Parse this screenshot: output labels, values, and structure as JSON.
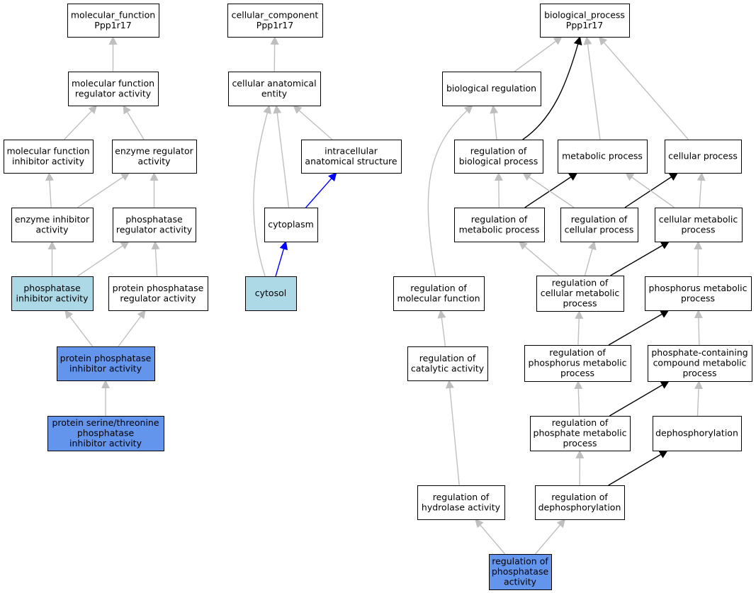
{
  "colors": {
    "node_default": "#ffffff",
    "node_light": "#add8e6",
    "node_dark": "#6495ed",
    "edge_default": "#bfbfbf",
    "edge_black": "#000000",
    "edge_blue": "#0000ff",
    "border": "#000000"
  },
  "nodes": [
    {
      "id": "mf_root",
      "lines": [
        "molecular_function",
        "Ppp1r17"
      ],
      "fill": "default"
    },
    {
      "id": "mf_reg",
      "lines": [
        "molecular function",
        "regulator activity"
      ],
      "fill": "default"
    },
    {
      "id": "mf_inh",
      "lines": [
        "molecular function",
        "inhibitor activity"
      ],
      "fill": "default"
    },
    {
      "id": "enz_reg",
      "lines": [
        "enzyme regulator",
        "activity"
      ],
      "fill": "default"
    },
    {
      "id": "enz_inh",
      "lines": [
        "enzyme inhibitor",
        "activity"
      ],
      "fill": "default"
    },
    {
      "id": "phos_reg",
      "lines": [
        "phosphatase",
        "regulator activity"
      ],
      "fill": "default"
    },
    {
      "id": "phos_inh",
      "lines": [
        "phosphatase",
        "inhibitor activity"
      ],
      "fill": "light"
    },
    {
      "id": "pp_reg",
      "lines": [
        "protein phosphatase",
        "regulator activity"
      ],
      "fill": "default"
    },
    {
      "id": "pp_inh",
      "lines": [
        "protein phosphatase",
        "inhibitor activity"
      ],
      "fill": "dark"
    },
    {
      "id": "pst_inh",
      "lines": [
        "protein serine/threonine",
        "phosphatase",
        "inhibitor activity"
      ],
      "fill": "dark"
    },
    {
      "id": "cc_root",
      "lines": [
        "cellular_component",
        "Ppp1r17"
      ],
      "fill": "default"
    },
    {
      "id": "cae",
      "lines": [
        "cellular anatomical",
        "entity"
      ],
      "fill": "default"
    },
    {
      "id": "ias",
      "lines": [
        "intracellular",
        "anatomical structure"
      ],
      "fill": "default"
    },
    {
      "id": "cytoplasm",
      "lines": [
        "cytoplasm"
      ],
      "fill": "default"
    },
    {
      "id": "cytosol",
      "lines": [
        "cytosol"
      ],
      "fill": "light"
    },
    {
      "id": "bp_root",
      "lines": [
        "biological_process",
        "Ppp1r17"
      ],
      "fill": "default"
    },
    {
      "id": "bio_reg",
      "lines": [
        "biological regulation"
      ],
      "fill": "default"
    },
    {
      "id": "reg_bp",
      "lines": [
        "regulation of",
        "biological process"
      ],
      "fill": "default"
    },
    {
      "id": "met_proc",
      "lines": [
        "metabolic process"
      ],
      "fill": "default"
    },
    {
      "id": "cell_proc",
      "lines": [
        "cellular process"
      ],
      "fill": "default"
    },
    {
      "id": "reg_met",
      "lines": [
        "regulation of",
        "metabolic process"
      ],
      "fill": "default"
    },
    {
      "id": "reg_cell",
      "lines": [
        "regulation of",
        "cellular process"
      ],
      "fill": "default"
    },
    {
      "id": "cell_met",
      "lines": [
        "cellular metabolic",
        "process"
      ],
      "fill": "default"
    },
    {
      "id": "reg_mol",
      "lines": [
        "regulation of",
        "molecular function"
      ],
      "fill": "default"
    },
    {
      "id": "reg_cell_met",
      "lines": [
        "regulation of",
        "cellular metabolic",
        "process"
      ],
      "fill": "default"
    },
    {
      "id": "phos_met",
      "lines": [
        "phosphorus metabolic",
        "process"
      ],
      "fill": "default"
    },
    {
      "id": "reg_cat",
      "lines": [
        "regulation of",
        "catalytic activity"
      ],
      "fill": "default"
    },
    {
      "id": "reg_phos_met",
      "lines": [
        "regulation of",
        "phosphorus metabolic",
        "process"
      ],
      "fill": "default"
    },
    {
      "id": "pcc_met",
      "lines": [
        "phosphate-containing",
        "compound metabolic",
        "process"
      ],
      "fill": "default"
    },
    {
      "id": "reg_phate_met",
      "lines": [
        "regulation of",
        "phosphate metabolic",
        "process"
      ],
      "fill": "default"
    },
    {
      "id": "dephos",
      "lines": [
        "dephosphorylation"
      ],
      "fill": "default"
    },
    {
      "id": "reg_hyd",
      "lines": [
        "regulation of",
        "hydrolase activity"
      ],
      "fill": "default"
    },
    {
      "id": "reg_dephos",
      "lines": [
        "regulation of",
        "dephosphorylation"
      ],
      "fill": "default"
    },
    {
      "id": "reg_phosph",
      "lines": [
        "regulation of",
        "phosphatase",
        "activity"
      ],
      "fill": "dark"
    }
  ],
  "edges": [
    {
      "from": "mf_reg",
      "to": "mf_root",
      "style": "default"
    },
    {
      "from": "mf_inh",
      "to": "mf_reg",
      "style": "default"
    },
    {
      "from": "enz_reg",
      "to": "mf_reg",
      "style": "default"
    },
    {
      "from": "enz_inh",
      "to": "mf_inh",
      "style": "default"
    },
    {
      "from": "enz_inh",
      "to": "enz_reg",
      "style": "default"
    },
    {
      "from": "phos_reg",
      "to": "enz_reg",
      "style": "default"
    },
    {
      "from": "phos_inh",
      "to": "enz_inh",
      "style": "default"
    },
    {
      "from": "phos_inh",
      "to": "phos_reg",
      "style": "default"
    },
    {
      "from": "pp_reg",
      "to": "phos_reg",
      "style": "default"
    },
    {
      "from": "pp_inh",
      "to": "phos_inh",
      "style": "default"
    },
    {
      "from": "pp_inh",
      "to": "pp_reg",
      "style": "default"
    },
    {
      "from": "pst_inh",
      "to": "pp_inh",
      "style": "default"
    },
    {
      "from": "cae",
      "to": "cc_root",
      "style": "default"
    },
    {
      "from": "ias",
      "to": "cae",
      "style": "default"
    },
    {
      "from": "cytoplasm",
      "to": "cae",
      "style": "default"
    },
    {
      "from": "cytoplasm",
      "to": "ias",
      "style": "blue"
    },
    {
      "from": "cytosol",
      "to": "cae",
      "style": "default"
    },
    {
      "from": "cytosol",
      "to": "cytoplasm",
      "style": "blue"
    },
    {
      "from": "bio_reg",
      "to": "bp_root",
      "style": "default"
    },
    {
      "from": "reg_bp",
      "to": "bp_root",
      "style": "black"
    },
    {
      "from": "met_proc",
      "to": "bp_root",
      "style": "default"
    },
    {
      "from": "cell_proc",
      "to": "bp_root",
      "style": "default"
    },
    {
      "from": "reg_bp",
      "to": "bio_reg",
      "style": "default"
    },
    {
      "from": "reg_mol",
      "to": "bio_reg",
      "style": "default"
    },
    {
      "from": "reg_met",
      "to": "reg_bp",
      "style": "default"
    },
    {
      "from": "reg_met",
      "to": "met_proc",
      "style": "black"
    },
    {
      "from": "reg_cell",
      "to": "reg_bp",
      "style": "default"
    },
    {
      "from": "reg_cell",
      "to": "cell_proc",
      "style": "black"
    },
    {
      "from": "cell_met",
      "to": "met_proc",
      "style": "default"
    },
    {
      "from": "cell_met",
      "to": "cell_proc",
      "style": "default"
    },
    {
      "from": "reg_cell_met",
      "to": "reg_met",
      "style": "default"
    },
    {
      "from": "reg_cell_met",
      "to": "reg_cell",
      "style": "default"
    },
    {
      "from": "reg_cell_met",
      "to": "cell_met",
      "style": "black"
    },
    {
      "from": "phos_met",
      "to": "cell_met",
      "style": "default"
    },
    {
      "from": "reg_cat",
      "to": "reg_mol",
      "style": "default"
    },
    {
      "from": "reg_phos_met",
      "to": "reg_cell_met",
      "style": "default"
    },
    {
      "from": "reg_phos_met",
      "to": "phos_met",
      "style": "black"
    },
    {
      "from": "pcc_met",
      "to": "phos_met",
      "style": "default"
    },
    {
      "from": "reg_phate_met",
      "to": "reg_phos_met",
      "style": "default"
    },
    {
      "from": "reg_phate_met",
      "to": "pcc_met",
      "style": "black"
    },
    {
      "from": "dephos",
      "to": "pcc_met",
      "style": "default"
    },
    {
      "from": "reg_hyd",
      "to": "reg_cat",
      "style": "default"
    },
    {
      "from": "reg_dephos",
      "to": "reg_phate_met",
      "style": "default"
    },
    {
      "from": "reg_dephos",
      "to": "dephos",
      "style": "black"
    },
    {
      "from": "reg_phosph",
      "to": "reg_hyd",
      "style": "default"
    },
    {
      "from": "reg_phosph",
      "to": "reg_dephos",
      "style": "default"
    }
  ]
}
